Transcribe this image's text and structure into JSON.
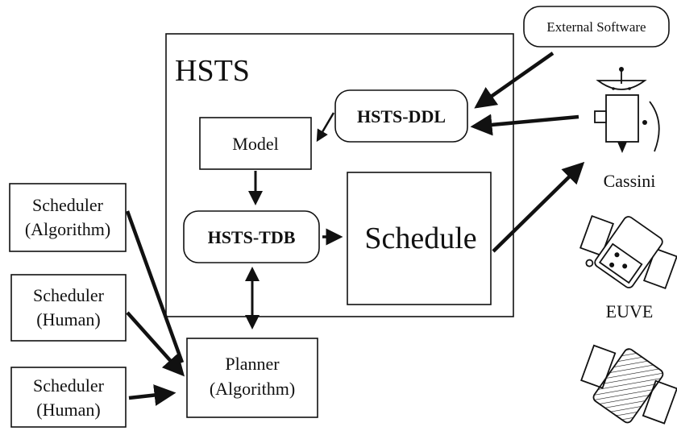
{
  "diagram": {
    "system_label": "HSTS",
    "ddl_label": "HSTS-DDL",
    "model_label": "Model",
    "tdb_label": "HSTS-TDB",
    "schedule_label": "Schedule",
    "external_software_label": "External Software",
    "scheduler_algorithm": {
      "line1": "Scheduler",
      "line2": "(Algorithm)"
    },
    "scheduler_human_1": {
      "line1": "Scheduler",
      "line2": "(Human)"
    },
    "scheduler_human_2": {
      "line1": "Scheduler",
      "line2": "(Human)"
    },
    "planner": {
      "line1": "Planner",
      "line2": "(Algorithm)"
    },
    "spacecraft": [
      {
        "label": "Cassini",
        "icon": "cassini-spacecraft-icon"
      },
      {
        "label": "EUVE",
        "icon": "euve-satellite-icon"
      },
      {
        "label": "",
        "icon": "satellite-icon"
      }
    ]
  },
  "colors": {
    "ink": "#111111",
    "background": "#ffffff"
  }
}
